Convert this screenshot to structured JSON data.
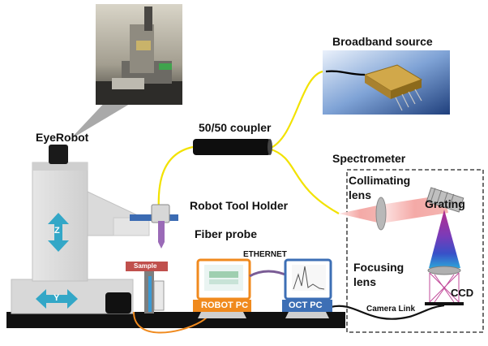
{
  "labels": {
    "broadband_source": "Broadband source",
    "coupler": "50/50 coupler",
    "eyerobot": "EyeRobot",
    "spectrometer": "Spectrometer",
    "collimating_lens": "Collimating\nlens",
    "grating": "Grating",
    "robot_tool_holder": "Robot Tool Holder",
    "fiber_probe": "Fiber probe",
    "ethernet": "ETHERNET",
    "focusing_lens": "Focusing\nlens",
    "ccd": "CCD",
    "sample": "Sample",
    "robot_pc": "ROBOT PC",
    "oct_pc": "OCT PC",
    "camera_link": "Camera Link",
    "axis_z": "Z",
    "axis_y": "Y"
  },
  "colors": {
    "fiber": "#f2e200",
    "robot_pc": "#f08a1e",
    "oct_pc": "#3d6fb5",
    "table": "#111111",
    "robot_body": "#dedede",
    "arrow": "#33a7c7",
    "tool_holder": "#3b6bb3",
    "beam": "#f4a5a2",
    "sample_block": "#c0504d",
    "probe": "#9a6ab7"
  },
  "icons": {
    "photo": "robot-photo-icon",
    "source": "laser-diode-icon",
    "coupler": "fiber-coupler-icon",
    "grating": "grating-icon",
    "ccd": "ccd-sensor-icon"
  }
}
